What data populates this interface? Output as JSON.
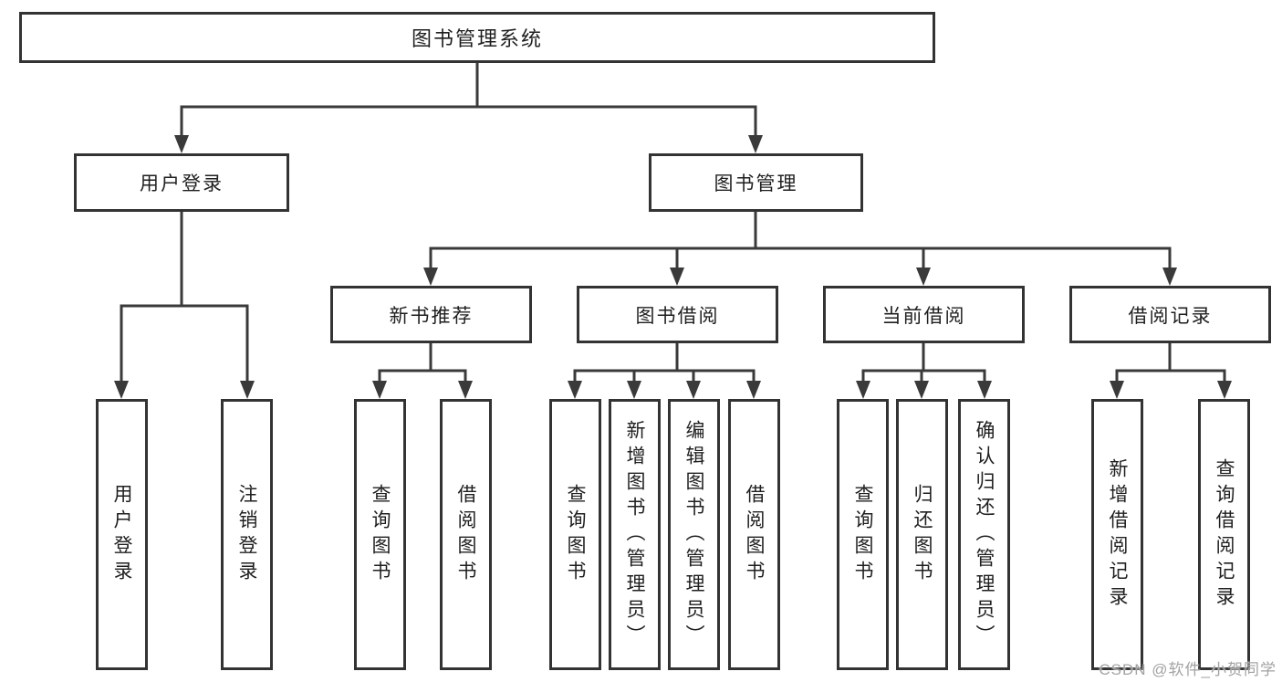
{
  "tree": {
    "root": "图书管理系统",
    "level2": [
      "用户登录",
      "图书管理"
    ],
    "level3": [
      "新书推荐",
      "图书借阅",
      "当前借阅",
      "借阅记录"
    ],
    "leaves": [
      "用户登录",
      "注销登录",
      "查询图书",
      "借阅图书",
      "查询图书",
      "新增图书（管理员）",
      "编辑图书（管理员）",
      "借阅图书",
      "查询图书",
      "归还图书",
      "确认归还（管理员）",
      "新增借阅记录",
      "查询借阅记录"
    ]
  },
  "watermark": "CSDN @软件_小贺同学",
  "colors": {
    "line": "#3a3a3a",
    "box_border": "#333333",
    "text": "#1f1f1f",
    "watermark": "#a3a3a3",
    "background": "#ffffff"
  }
}
